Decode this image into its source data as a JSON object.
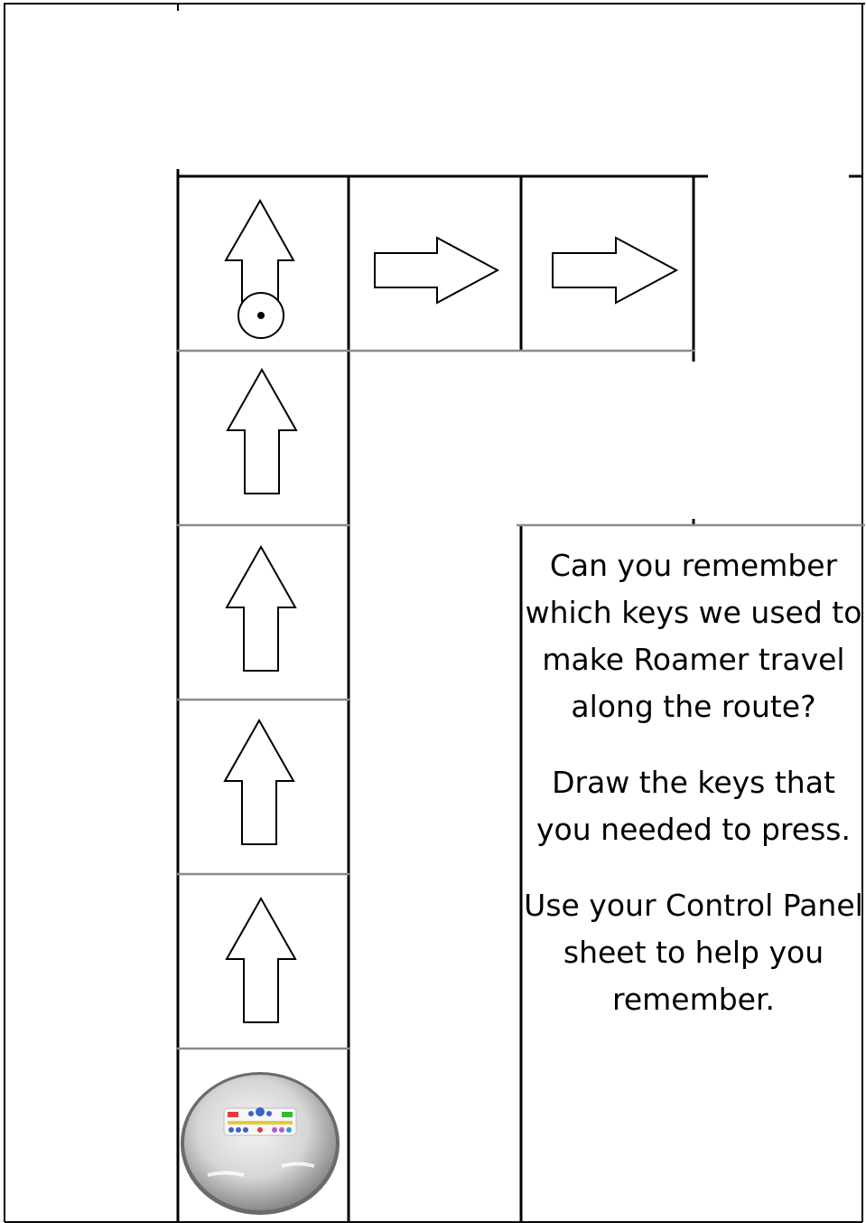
{
  "worksheet": {
    "instructions": {
      "question": "Can you remember which keys we used to make Roamer travel along the route?",
      "task": "Draw the keys that you needed to press.",
      "hint": "Use your Control Panel sheet to help you remember."
    },
    "route": [
      {
        "direction": "up",
        "icon": "up-arrow-icon",
        "marker": "start-circle-icon"
      },
      {
        "direction": "right",
        "icon": "right-arrow-icon"
      },
      {
        "direction": "right",
        "icon": "right-arrow-icon"
      },
      {
        "direction": "up",
        "icon": "up-arrow-icon"
      },
      {
        "direction": "up",
        "icon": "up-arrow-icon"
      },
      {
        "direction": "up",
        "icon": "up-arrow-icon"
      },
      {
        "direction": "up",
        "icon": "up-arrow-icon"
      }
    ],
    "robot": {
      "icon": "roamer-robot-icon",
      "colors": {
        "shell": "#d6d6d6",
        "rim": "#6b6b6b"
      }
    }
  }
}
